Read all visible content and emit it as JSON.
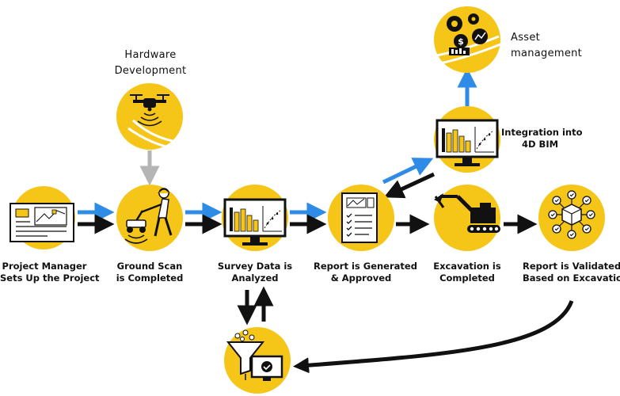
{
  "colors": {
    "yellow": "#F5C518",
    "black": "#111111",
    "blue": "#2E8BE6",
    "gray": "#B5B5B5"
  },
  "steps": {
    "project_manager": {
      "line1": "Project Manager",
      "line2": "Sets Up the Project",
      "icon": "project-document-icon"
    },
    "ground_scan": {
      "line1": "Ground Scan",
      "line2": "is Completed",
      "icon": "ground-scanner-operator-icon"
    },
    "survey_data": {
      "line1": "Survey Data is",
      "line2": "Analyzed",
      "icon": "monitor-charts-icon"
    },
    "report": {
      "line1": "Report is Generated",
      "line2": "& Approved",
      "icon": "report-checklist-icon"
    },
    "excavation": {
      "line1": "Excavation is",
      "line2": "Completed",
      "icon": "excavator-icon"
    },
    "validated": {
      "line1": "Report is Validated",
      "line2": "Based on Excavation",
      "icon": "validation-network-icon"
    }
  },
  "hardware": {
    "line1": "Hardware",
    "line2": "Development",
    "icon": "drone-icon"
  },
  "bim": {
    "line1": "Integration into",
    "line2": "4D BIM",
    "icon": "bim-monitor-icon"
  },
  "asset": {
    "line1": "Asset",
    "line2": "management",
    "icon": "gears-money-icon"
  },
  "filter": {
    "icon": "funnel-data-filter-icon"
  }
}
